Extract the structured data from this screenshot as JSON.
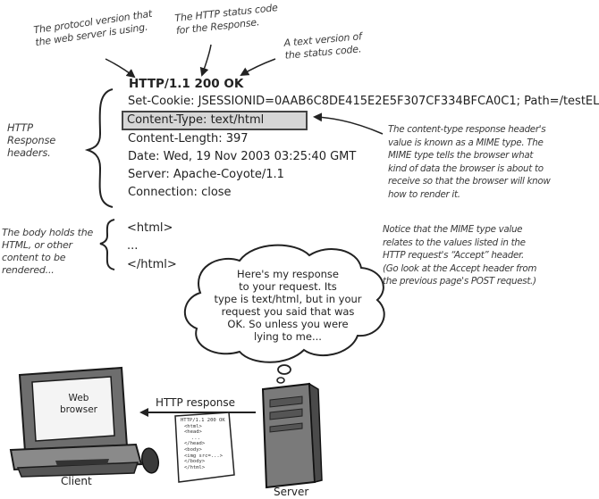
{
  "annotations": {
    "protocol": [
      "The protocol version that",
      "the web server is using."
    ],
    "status_code": [
      "The HTTP status code",
      "for the Response."
    ],
    "status_text": [
      "A text version of",
      "the status code."
    ],
    "headers_label": [
      "HTTP",
      "Response",
      "headers."
    ],
    "body_label": [
      "The body holds the",
      "HTML, or other",
      "content to be",
      "rendered..."
    ],
    "mime": [
      "The content-type response header's",
      "value is known as a MIME type. The",
      "MIME type tells the browser what",
      "kind of data the browser is about to",
      "receive so that the browser will know",
      "how to render it."
    ],
    "accept": [
      "Notice that the MIME type value",
      "relates to the values listed in the",
      "HTTP request's “Accept” header.",
      "(Go look at the Accept header from",
      "the previous page's POST request.)"
    ]
  },
  "response": {
    "status_line": "HTTP/1.1 200 OK",
    "headers": [
      "Set-Cookie: JSESSIONID=0AAB6C8DE415E2E5F307CF334BFCA0C1; Path=/testEL",
      "Content-Type: text/html",
      "Content-Length: 397",
      "Date: Wed, 19 Nov 2003 03:25:40 GMT",
      "Server: Apache-Coyote/1.1",
      "Connection: close"
    ],
    "body": [
      "<html>",
      "...",
      "</html>"
    ]
  },
  "bubble": [
    "Here's my response",
    "to your request. Its",
    "type is text/html, but in your",
    "request you said that was",
    "OK. So unless you were",
    "lying to me..."
  ],
  "monitor_text": [
    "Web",
    "browser"
  ],
  "arrow_label": "HTTP response",
  "doc_lines": [
    "HTTP/1.1 200 OK",
    "<html>",
    "<head>",
    "...",
    "</head>",
    "<body>",
    "<img src=...>",
    "</body>",
    "</html>"
  ],
  "client_label": "Client",
  "server_label": "Server"
}
